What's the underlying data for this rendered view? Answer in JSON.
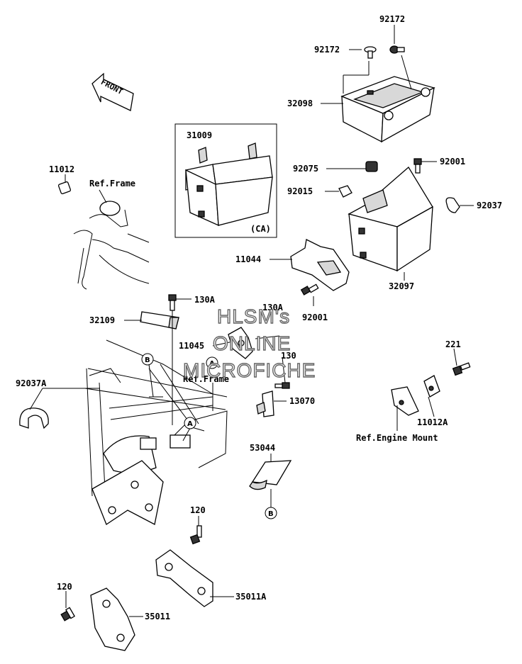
{
  "front_label": "FRONT",
  "ca_label": "(CA)",
  "watermark": {
    "line1": "HLSM's",
    "line2": "ONLINE",
    "line3": "MICROFICHE"
  },
  "ref_labels": {
    "frame1": "Ref.Frame",
    "frame2": "Ref.Frame",
    "engine_mount": "Ref.Engine Mount"
  },
  "markers": {
    "a1": "A",
    "a2": "A",
    "b1": "B",
    "b2": "B"
  },
  "parts": {
    "p92172_top": "92172",
    "p92172_left": "92172",
    "p32098": "32098",
    "p31009": "31009",
    "p92075": "92075",
    "p92001_a": "92001",
    "p92015": "92015",
    "p92037": "92037",
    "p11012": "11012",
    "p11044": "11044",
    "p32097": "32097",
    "p130A_a": "130A",
    "p130A_b": "130A",
    "p92001_b": "92001",
    "p32109": "32109",
    "p11045": "11045",
    "p130": "130",
    "p221": "221",
    "p92037A": "92037A",
    "p13070": "13070",
    "p11012A": "11012A",
    "p53044": "53044",
    "p120_a": "120",
    "p35011A": "35011A",
    "p120_b": "120",
    "p35011": "35011"
  }
}
